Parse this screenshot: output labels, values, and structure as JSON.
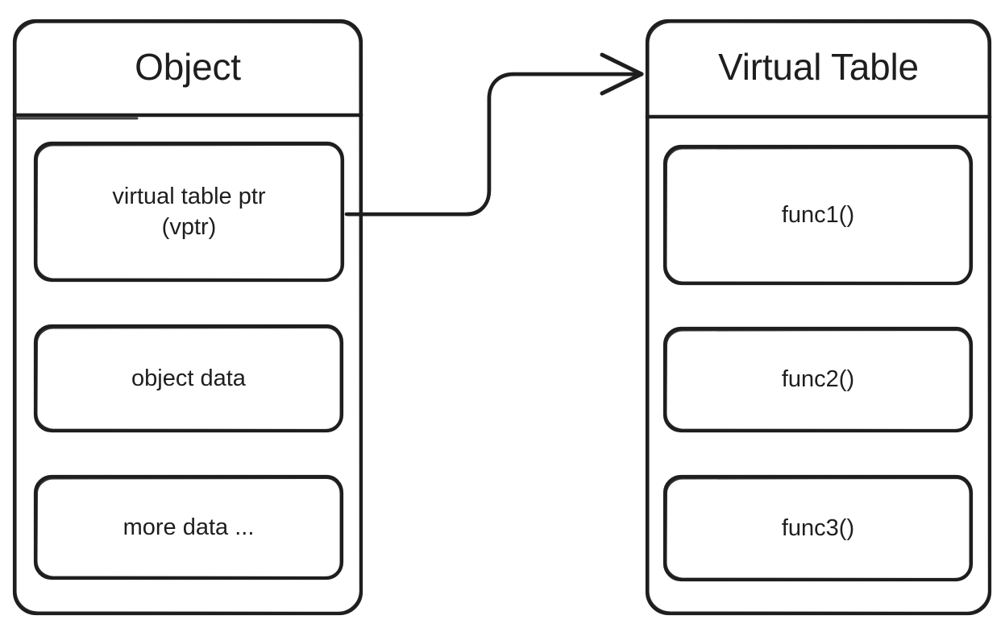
{
  "diagram": {
    "title": "Object / Virtual Table memory layout",
    "style": "hand-drawn",
    "stroke_color": "#1e1e1e",
    "background_color": "#ffffff"
  },
  "cards": [
    {
      "id": "object",
      "title": "Object",
      "slots": [
        {
          "id": "vptr",
          "label": "virtual table ptr\n(vptr)"
        },
        {
          "id": "objectdata",
          "label": "object data"
        },
        {
          "id": "moredata",
          "label": "more data ..."
        }
      ]
    },
    {
      "id": "vtable",
      "title": "Virtual Table",
      "slots": [
        {
          "id": "func1",
          "label": "func1()"
        },
        {
          "id": "func2",
          "label": "func2()"
        },
        {
          "id": "func3",
          "label": "func3()"
        }
      ]
    }
  ],
  "connector": {
    "from": "vptr",
    "to": "vtable",
    "arrowhead": "open-v",
    "shape": "s-curve"
  }
}
